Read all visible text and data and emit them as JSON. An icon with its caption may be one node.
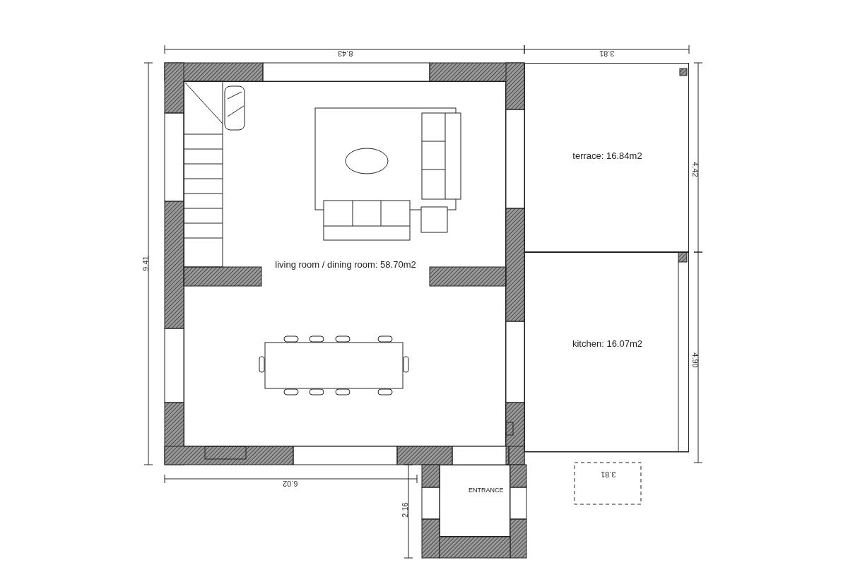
{
  "diagram": {
    "nodes": [
      {
        "text": [
          "living room / dining room: 58.70m2"
        ]
      },
      {
        "text": [
          "terrace: 16.84m2"
        ]
      },
      {
        "text": [
          "kitchen: 16.07m2"
        ]
      },
      {
        "text": [
          "ENTRANCE"
        ]
      }
    ],
    "edges": [],
    "labels": [
      "8.43",
      "3.81",
      "4.42",
      "9.41",
      "4.90",
      "3.81",
      "6.02",
      "2.16"
    ]
  }
}
